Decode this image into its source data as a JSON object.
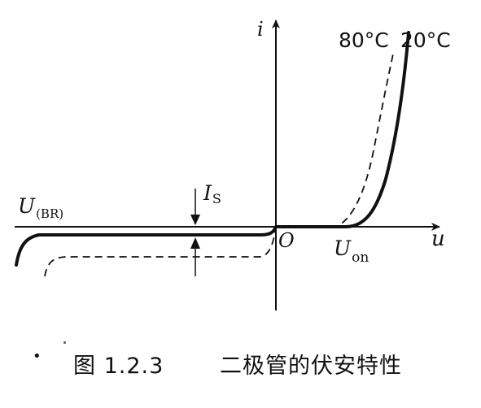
{
  "figure": {
    "axis_i_label": "i",
    "axis_u_label": "u",
    "origin_label": "O",
    "temp_high_label": "80°C",
    "temp_low_label": "20°C",
    "breakdown_label_main": "U",
    "breakdown_label_sub": "(BR)",
    "saturation_label_main": "I",
    "saturation_label_sub": "S",
    "onvoltage_label_main": "U",
    "onvoltage_label_sub": "on"
  },
  "caption": {
    "bullet": "•",
    "number": "图 1.2.3",
    "title": "二极管的伏安特性"
  },
  "colors": {
    "ink": "#111111",
    "background": "#ffffff"
  }
}
